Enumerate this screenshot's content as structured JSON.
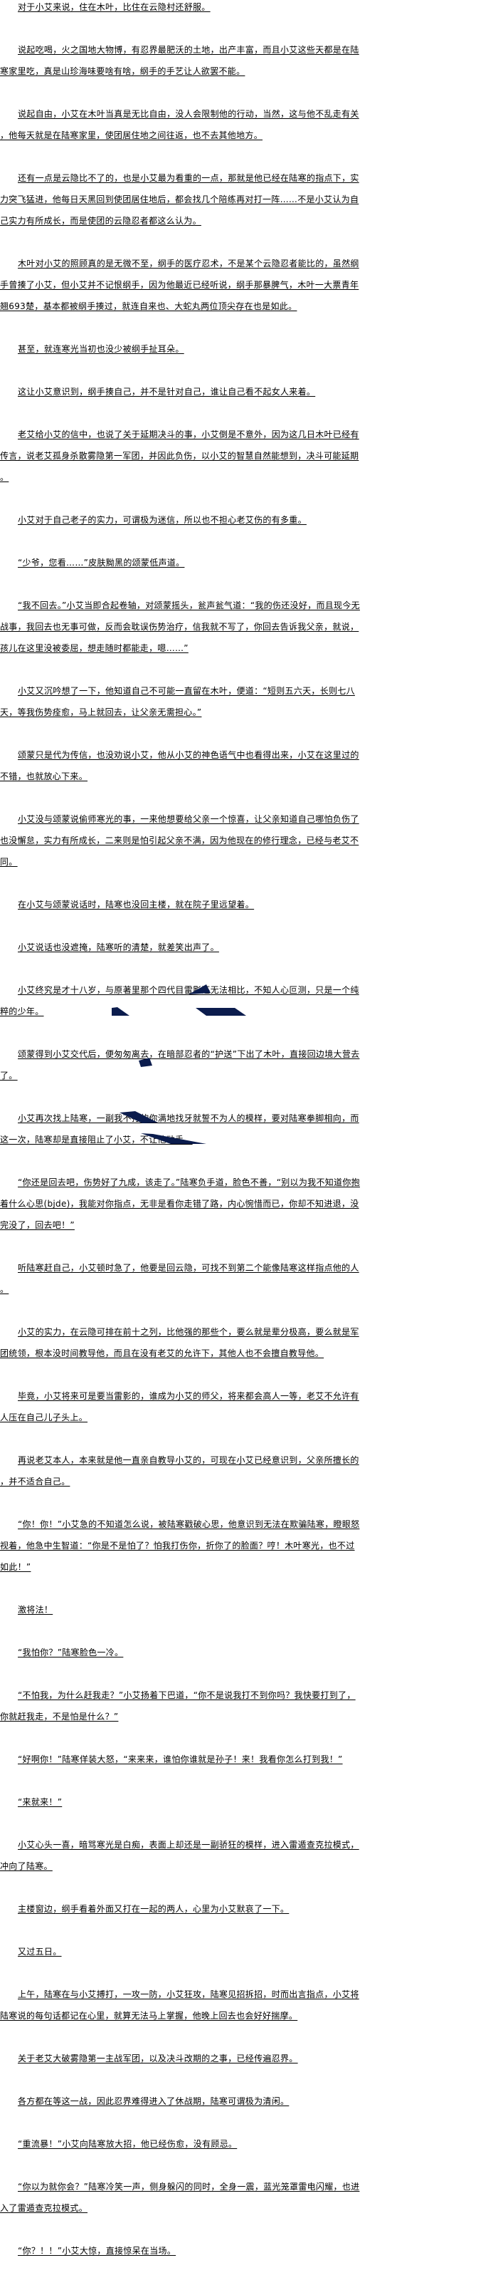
{
  "paragraphs": [
    "对于小艾来说，住在木叶，比住在云隐村还舒服。",
    "说起吃喝，火之国地大物博，有忍界最肥沃的土地，出产丰富，而且小艾这些天都是在陆寒家里吃，真是山珍海味要啥有啥，纲手的手艺让人欲罢不能。",
    "说起自由，小艾在木叶当真是无比自由，没人会限制他的行动，当然，这与他不乱走有关，他每天就是在陆寒家里，使团居住地之间往返，也不去其他地方。",
    "还有一点是云隐比不了的，也是小艾最为看重的一点，那就是他已经在陆寒的指点下，实力突飞猛进，他每日天黑回到使团居住地后，都会找几个陪练再对打一阵……不是小艾认为自己实力有所成长，而是使团的云隐忍者都这么认为。",
    "木叶对小艾的照顾真的是无微不至，纲手的医疗忍术，不是某个云隐忍者能比的，虽然纲手曾揍了小艾，但小艾并不记恨纲手，因为他最近已经听说，纲手那暴脾气，木叶一大票青年翘693楚，基本都被纲手揍过，就连自来也、大蛇丸两位顶尖存在也是如此。",
    "甚至，就连寒光当初也没少被纲手扯耳朵。",
    "这让小艾意识到，纲手揍自己，并不是针对自己，谁让自己看不起女人来着。",
    "老艾给小艾的信中，也说了关于延期决斗的事，小艾倒是不意外，因为这几日木叶已经有传言，说老艾孤身杀散雾隐第一军团，并因此负伤，以小艾的智慧自然能想到，决斗可能延期。",
    "小艾对于自己老子的实力，可谓极为迷信，所以也不担心老艾伤的有多重。",
    "“少爷，您看……”皮肤黝黑的颂蒙低声道。",
    "“我不回去。”小艾当即合起卷轴，对颂蒙摇头，瓮声瓮气道：“我的伤还没好，而且现今无战事，我回去也无事可做，反而会耽误伤势治疗，信我就不写了，你回去告诉我父亲，就说，孩儿在这里没被委屈，想走随时都能走，嗯……”",
    "小艾又沉吟想了一下，他知道自己不可能一直留在木叶，便道：“短则五六天，长则七八天，等我伤势痊愈，马上就回去，让父亲无需担心。”",
    "颂蒙只是代为传信，也没劝说小艾，他从小艾的神色语气中也看得出来，小艾在这里过的不错，也就放心下来。",
    "小艾没与颂蒙说偷师寒光的事，一来他想要给父亲一个惊喜，让父亲知道自己哪怕负伤了也没懈怠，实力有所成长，二来则是怕引起父亲不满，因为他现在的修行理念，已经与老艾不同。",
    "在小艾与颂蒙说话时，陆寒也没回主楼，就在院子里远望着。",
    "小艾说话也没遮掩，陆寒听的清楚，就差笑出声了。",
    "小艾终究是才十八岁，与原著里那个四代目雷影还无法相比，不知人心叵测，只是一个纯粹的少年。",
    "颂蒙得到小艾交代后，便匆匆离去，在暗部忍者的“护送”下出了木叶，直接回边境大营去了。",
    "小艾再次找上陆寒，一副我不打的你满地找牙就誓不为人的模样，要对陆寒拳脚相向，而这一次，陆寒却是直接阻止了小艾，不让他动手。",
    "“你还是回去吧，伤势好了九成，该走了。”陆寒负手道，脸色不善，“别以为我不知道你抱着什么心思(bjde)，我能对你指点，无非是看你走错了路，内心惋惜而已，你却不知进退，没完没了，回去吧！”",
    "听陆寒赶自己，小艾顿时急了，他要是回云隐，可找不到第二个能像陆寒这样指点他的人。",
    "小艾的实力，在云隐可排在前十之列，比他强的那些个，要么就是辈分极高，要么就是军团统领，根本没时间教导他，而且在没有老艾的允许下，其他人也不会擅自教导他。",
    "毕竟，小艾将来可是要当雷影的，谁成为小艾的师父，将来都会高人一等，老艾不允许有人压在自己儿子头上。",
    "再说老艾本人，本来就是他一直亲自教导小艾的，可现在小艾已经意识到，父亲所擅长的，并不适合自己。",
    "“你！你！”小艾急的不知道怎么说，被陆寒戳破心思，他意识到无法在欺骗陆寒，瞪眼怒视着，他急中生智道：“你是不是怕了？怕我打伤你，折你了的脸面？哼！木叶寒光，也不过如此！”",
    "激将法！",
    "“我怕你？”陆寒脸色一冷。",
    "“不怕我，为什么赶我走？”小艾扬着下巴道，“你不是说我打不到你吗？我快要打到了，你就赶我走，不是怕是什么？”",
    "“好啊你！”陆寒佯装大怒，“来来来，谁怕你谁就是孙子！来！我看你怎么打到我！”",
    "“来就来！”",
    "小艾心头一喜，暗骂寒光是白痴，表面上却还是一副骄狂的模样，进入雷遁查克拉模式，冲向了陆寒。",
    "主楼窗边，纲手看着外面又打在一起的两人，心里为小艾默哀了一下。",
    "又过五日。",
    "上午，陆寒在与小艾搏打，一攻一防，小艾狂攻，陆寒见招拆招，时而出言指点，小艾将陆寒说的每句话都记在心里，就算无法马上掌握，他晚上回去也会好好揣摩。",
    "关于老艾大破雾隐第一主战军团，以及决斗改期的之事，已经传遍忍界。",
    "各方都在等这一战，因此忍界难得进入了休战期，陆寒可谓极为清闲。",
    "“重流暴！”小艾向陆寒放大招，他已经伤愈，没有顾忌。",
    "“你以为就你会？”陆寒冷笑一声，侧身躲闪的同时，全身一震，蓝光笼罩雷电闪耀，也进入了雷遁查克拉模式。",
    "“你？！！”小艾大惊，直接惊呆在当场。"
  ],
  "colors": {
    "text": "#000000",
    "background": "#ffffff",
    "swoosh": "#0b1c4d"
  }
}
